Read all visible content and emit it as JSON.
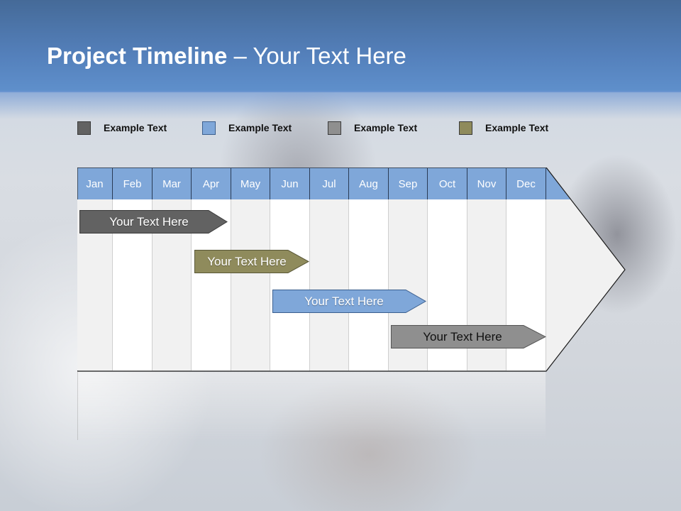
{
  "header": {
    "title_bold": "Project Timeline",
    "title_rest": " – Your Text Here"
  },
  "legend": [
    {
      "label": "Example Text",
      "color": "#626262"
    },
    {
      "label": "Example Text",
      "color": "#7fa7d9"
    },
    {
      "label": "Example Text",
      "color": "#8f8f8f"
    },
    {
      "label": "Example Text",
      "color": "#8f8b5c"
    }
  ],
  "timeline": {
    "months": [
      "Jan",
      "Feb",
      "Mar",
      "Apr",
      "May",
      "Jun",
      "Jul",
      "Aug",
      "Sep",
      "Oct",
      "Nov",
      "Dec"
    ],
    "header_color": "#7fa7d9",
    "bars": [
      {
        "label": "Your  Text Here",
        "color": "#626262",
        "text_color": "#ffffff",
        "start_month": "Jan",
        "end_month": "Apr"
      },
      {
        "label": "Your  Text Here",
        "color": "#8f8b5c",
        "text_color": "#ffffff",
        "start_month": "Apr",
        "end_month": "Jun"
      },
      {
        "label": "Your  Text Here",
        "color": "#7fa7d9",
        "text_color": "#ffffff",
        "start_month": "Jun",
        "end_month": "Sep"
      },
      {
        "label": "Your  Text Here",
        "color": "#8f8f8f",
        "text_color": "#111111",
        "start_month": "Sep",
        "end_month": "Dec"
      }
    ]
  }
}
